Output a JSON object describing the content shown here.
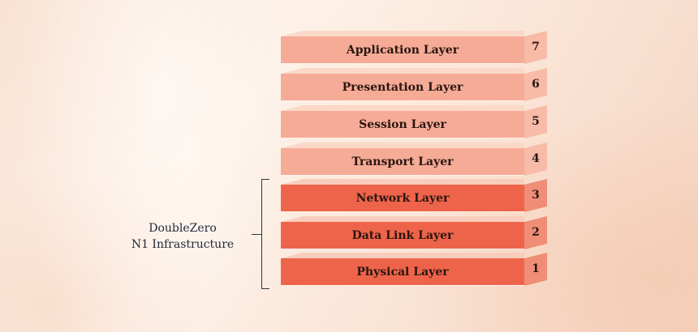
{
  "layers": [
    {
      "name": "Application Layer",
      "number": "7",
      "tone": "light"
    },
    {
      "name": "Presentation Layer",
      "number": "6",
      "tone": "light"
    },
    {
      "name": "Session Layer",
      "number": "5",
      "tone": "light"
    },
    {
      "name": "Transport Layer",
      "number": "4",
      "tone": "light"
    },
    {
      "name": "Network Layer",
      "number": "3",
      "tone": "dark"
    },
    {
      "name": "Data Link Layer",
      "number": "2",
      "tone": "dark"
    },
    {
      "name": "Physical Layer",
      "number": "1",
      "tone": "dark"
    }
  ],
  "group": {
    "line1": "DoubleZero",
    "line2": "N1 Infrastructure"
  },
  "colors": {
    "light_face": "#f5ab96",
    "dark_face": "#ee644a",
    "bracket": "#2f3545"
  }
}
